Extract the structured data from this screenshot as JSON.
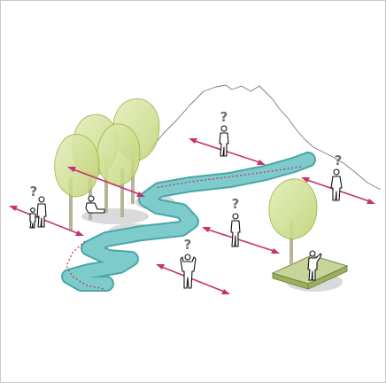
{
  "question_mark": "?",
  "colors": {
    "arrow": "#c8326b",
    "river": "#7ecbcc",
    "tree_canopy": "#d2e29a",
    "mountain_line": "#7b7b7b",
    "shadow": "#cfd1d3"
  },
  "figures": [
    {
      "name": "person-left-pair"
    },
    {
      "name": "person-sitting-under-trees"
    },
    {
      "name": "person-on-mountain"
    },
    {
      "name": "person-right-edge"
    },
    {
      "name": "person-center"
    },
    {
      "name": "person-front-camera"
    },
    {
      "name": "person-in-planter"
    }
  ]
}
